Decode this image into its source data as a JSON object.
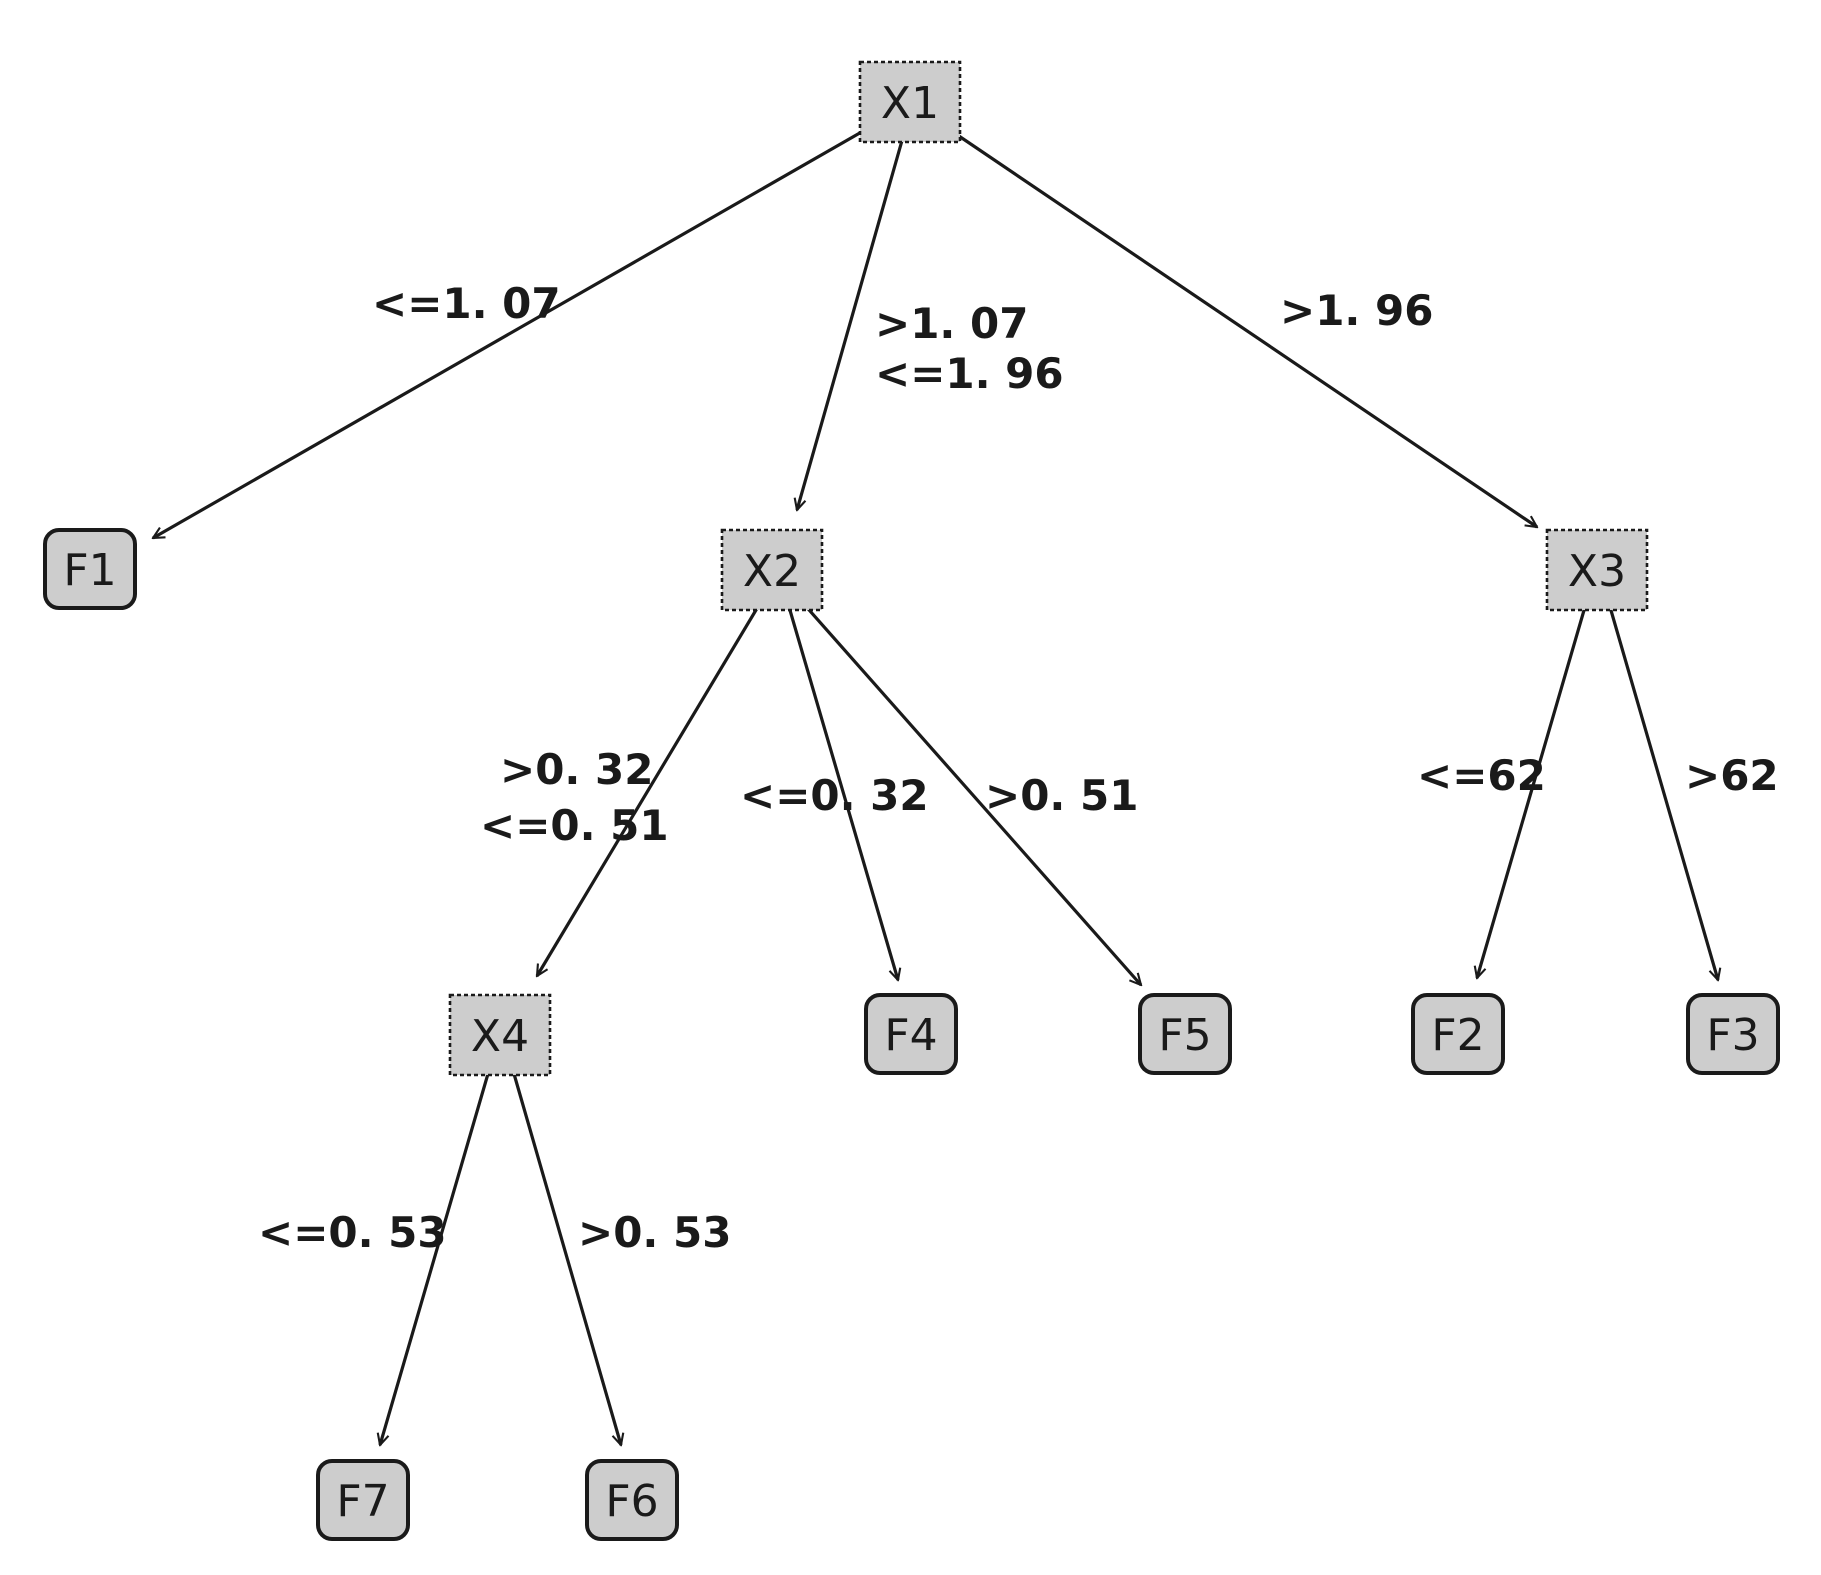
{
  "diagram": {
    "type": "decision-tree",
    "colors": {
      "node_fill": "#cdcdcd",
      "stroke": "#1a1a1a",
      "background": "#ffffff"
    },
    "decision_nodes": {
      "x1": "X1",
      "x2": "X2",
      "x3": "X3",
      "x4": "X4"
    },
    "leaf_nodes": {
      "f1": "F1",
      "f2": "F2",
      "f3": "F3",
      "f4": "F4",
      "f5": "F5",
      "f6": "F6",
      "f7": "F7"
    },
    "edges": [
      {
        "from": "X1",
        "to": "F1",
        "label_lines": [
          "<=1. 07"
        ]
      },
      {
        "from": "X1",
        "to": "X2",
        "label_lines": [
          ">1. 07",
          "<=1. 96"
        ]
      },
      {
        "from": "X1",
        "to": "X3",
        "label_lines": [
          ">1. 96"
        ]
      },
      {
        "from": "X2",
        "to": "X4",
        "label_lines": [
          ">0. 32",
          "<=0. 51"
        ]
      },
      {
        "from": "X2",
        "to": "F4",
        "label_lines": [
          "<=0. 32"
        ]
      },
      {
        "from": "X2",
        "to": "F5",
        "label_lines": [
          ">0. 51"
        ]
      },
      {
        "from": "X3",
        "to": "F2",
        "label_lines": [
          "<=62"
        ]
      },
      {
        "from": "X3",
        "to": "F3",
        "label_lines": [
          ">62"
        ]
      },
      {
        "from": "X4",
        "to": "F7",
        "label_lines": [
          "<=0. 53"
        ]
      },
      {
        "from": "X4",
        "to": "F6",
        "label_lines": [
          ">0. 53"
        ]
      }
    ]
  }
}
